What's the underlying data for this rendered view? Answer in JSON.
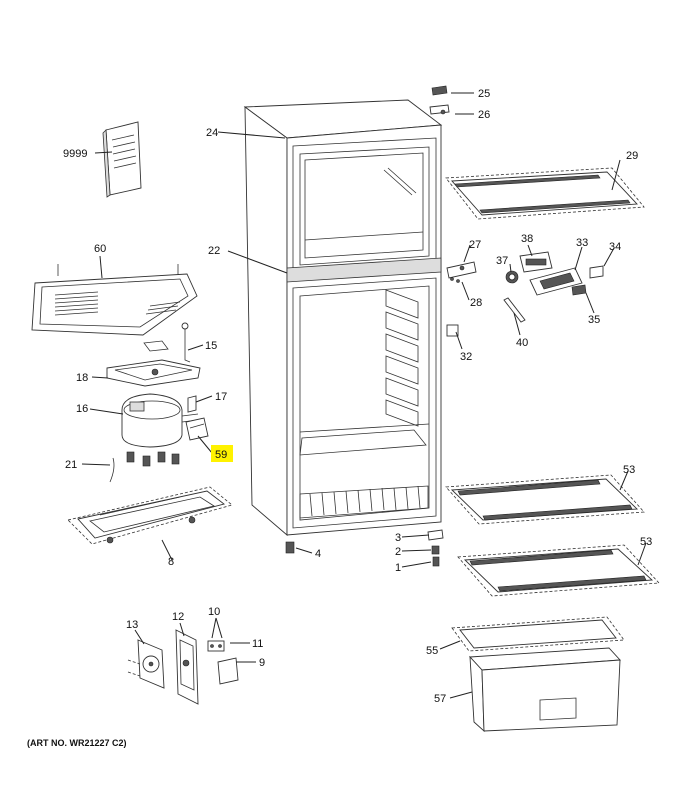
{
  "art_number": "(ART NO. WR21227 C2)",
  "highlight_color": "#fff200",
  "callouts": [
    "1",
    "2",
    "3",
    "4",
    "8",
    "9",
    "10",
    "11",
    "12",
    "13",
    "15",
    "16",
    "17",
    "18",
    "21",
    "22",
    "24",
    "25",
    "26",
    "27",
    "28",
    "29",
    "32",
    "33",
    "34",
    "35",
    "37",
    "38",
    "40",
    "53",
    "53",
    "55",
    "57",
    "59",
    "60",
    "9999"
  ],
  "highlighted_callout": "59"
}
